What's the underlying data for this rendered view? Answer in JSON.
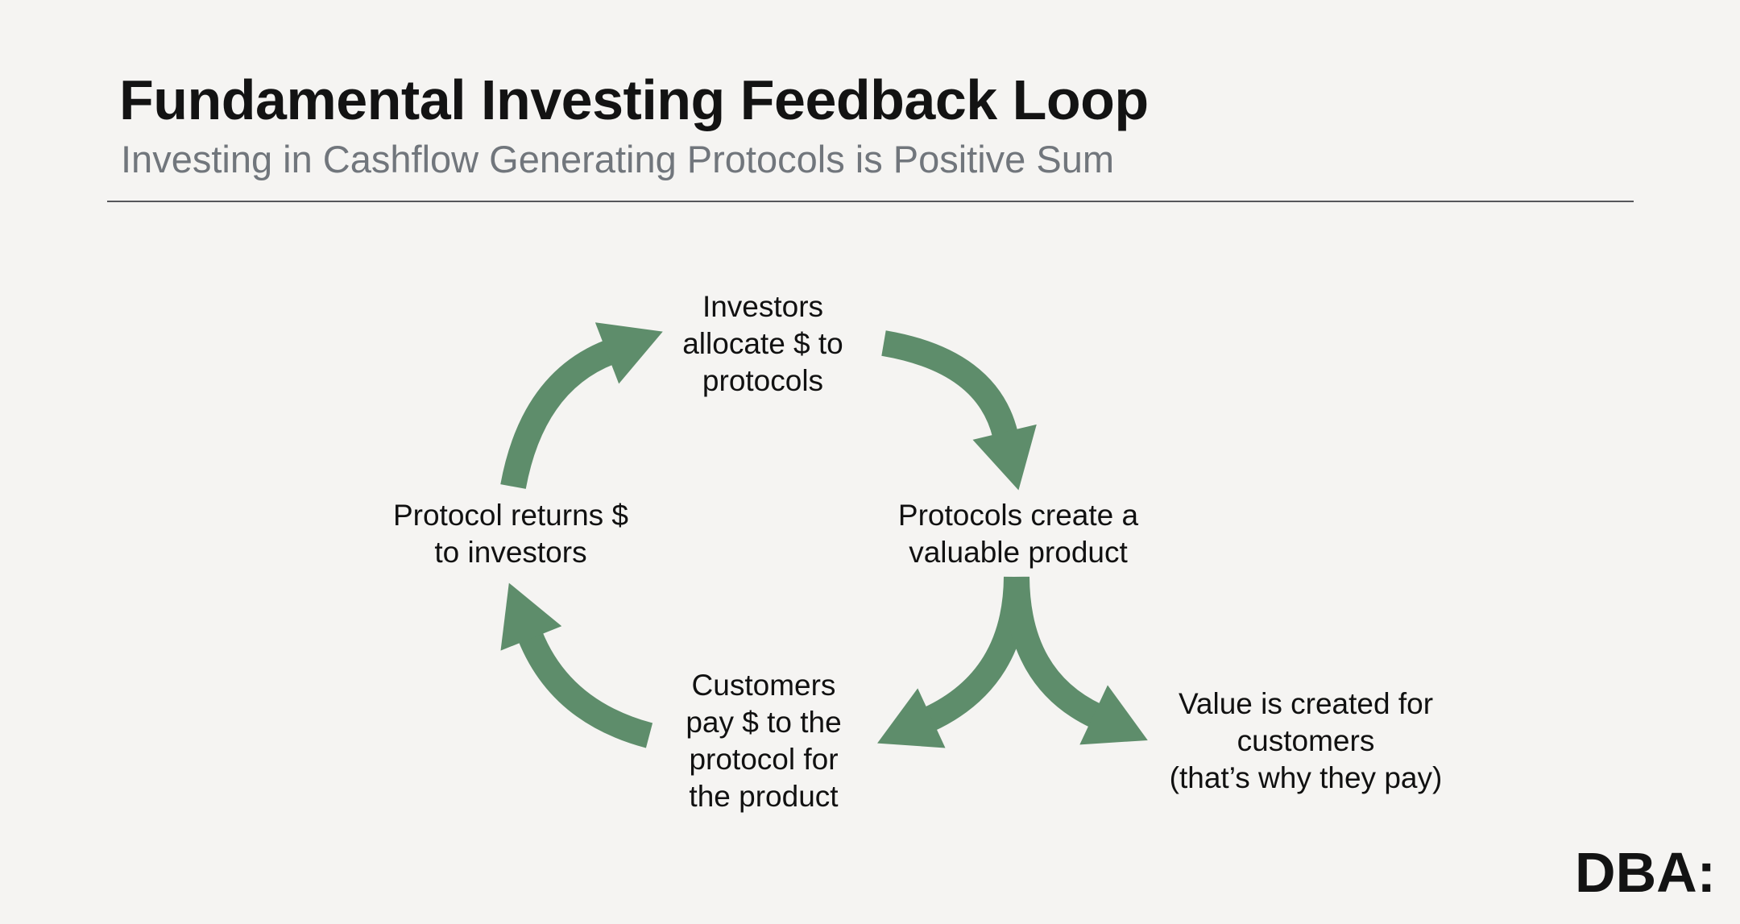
{
  "colors": {
    "background": "#f5f4f2",
    "accent_green": "#5E8D6B",
    "title_text": "#131313",
    "subtitle_text": "#71767c",
    "divider": "#56575b"
  },
  "header": {
    "title": "Fundamental Investing Feedback Loop",
    "subtitle": "Investing in Cashflow Generating Protocols is Positive Sum"
  },
  "diagram": {
    "nodes": {
      "investors_allocate": "Investors\nallocate $ to\nprotocols",
      "protocols_create": "Protocols create a\nvaluable product",
      "protocol_returns": "Protocol returns $\nto investors",
      "customers_pay": "Customers\npay $ to the\nprotocol for\nthe product",
      "value_created": "Value is created for\ncustomers\n(that’s why they pay)"
    },
    "edges": [
      {
        "from": "Investors allocate $ to protocols",
        "to": "Protocols create a valuable product"
      },
      {
        "from": "Protocols create a valuable product",
        "to": "Customers pay $ to the protocol for the product"
      },
      {
        "from": "Protocols create a valuable product",
        "to": "Value is created for customers (that’s why they pay)"
      },
      {
        "from": "Customers pay $ to the protocol for the product",
        "to": "Protocol returns $ to investors"
      },
      {
        "from": "Protocol returns $ to investors",
        "to": "Investors allocate $ to protocols"
      }
    ]
  },
  "footer": {
    "logo": "DBA:"
  }
}
